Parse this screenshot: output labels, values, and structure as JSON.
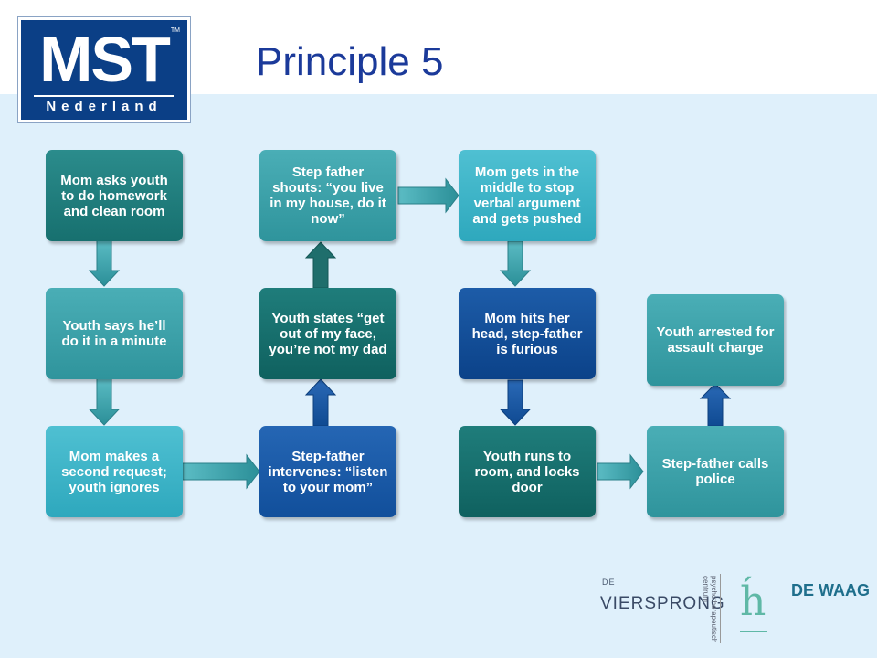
{
  "header": {
    "title": "Principle 5",
    "logo_main": "MST",
    "logo_tm": "TM",
    "logo_sub": "Nederland"
  },
  "flow": {
    "mom_asks": "Mom asks youth to do homework and clean room",
    "youth_says": "Youth says he’ll do it in a minute",
    "mom_second": "Mom makes a second request; youth ignores",
    "stepfather_intervenes": "Step-father intervenes: “listen to your mom”",
    "youth_states": "Youth states “get out of my face, you’re not my dad",
    "stepfather_shouts": "Step father shouts: “you live in my house, do it now”",
    "mom_middle": "Mom gets in the middle to stop verbal argument and gets pushed",
    "mom_hits": "Mom hits her head, step-father is furious",
    "youth_runs": "Youth runs to room, and locks door",
    "stepfather_calls": "Step-father calls  police",
    "youth_arrested": "Youth arrested for assault charge"
  },
  "footer": {
    "vier_de": "DE",
    "vier_name": "VIERSPRONG",
    "vier_side": "psychotherapeutisch centrum",
    "waag_mark": "h́",
    "waag_name": "DE WAAG"
  },
  "colors": {
    "title": "#1b3a9a",
    "background_panel": "#dff0fb",
    "logo": "#0b3f86"
  }
}
